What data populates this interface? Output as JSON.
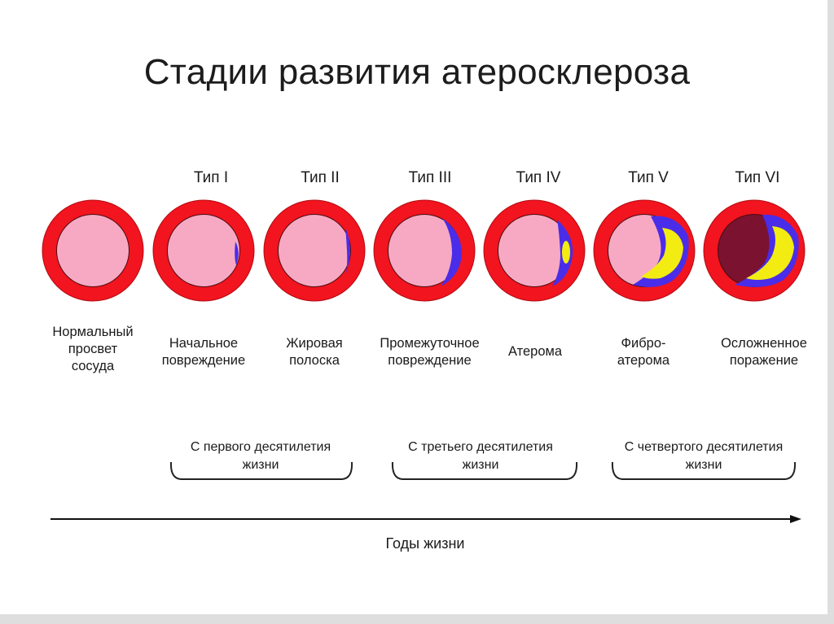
{
  "title": "Стадии развития атеросклероза",
  "colors": {
    "wall": "#f2141e",
    "wall_edge": "#b30b12",
    "lumen": "#f7a9c4",
    "lipid_band": "#4a2de8",
    "lipid_core": "#f2ec12",
    "thrombus": "#7a1230"
  },
  "stages": [
    {
      "type": "",
      "label": "Нормальный просвет сосуда"
    },
    {
      "type": "Тип I",
      "label": "Начальное повреждение"
    },
    {
      "type": "Тип II",
      "label": "Жировая полоска"
    },
    {
      "type": "Тип III",
      "label": "Промежуточное повреждение"
    },
    {
      "type": "Тип IV",
      "label": "Атерома"
    },
    {
      "type": "Тип V",
      "label": "Фибро- атерома"
    },
    {
      "type": "Тип  VI",
      "label": "Осложненное поражение"
    }
  ],
  "age_groups": [
    {
      "label": "С первого десятилетия жизни"
    },
    {
      "label": "С третьего десятилетия жизни"
    },
    {
      "label": "С четвертого десятилетия жизни"
    }
  ],
  "axis_label": "Годы жизни"
}
